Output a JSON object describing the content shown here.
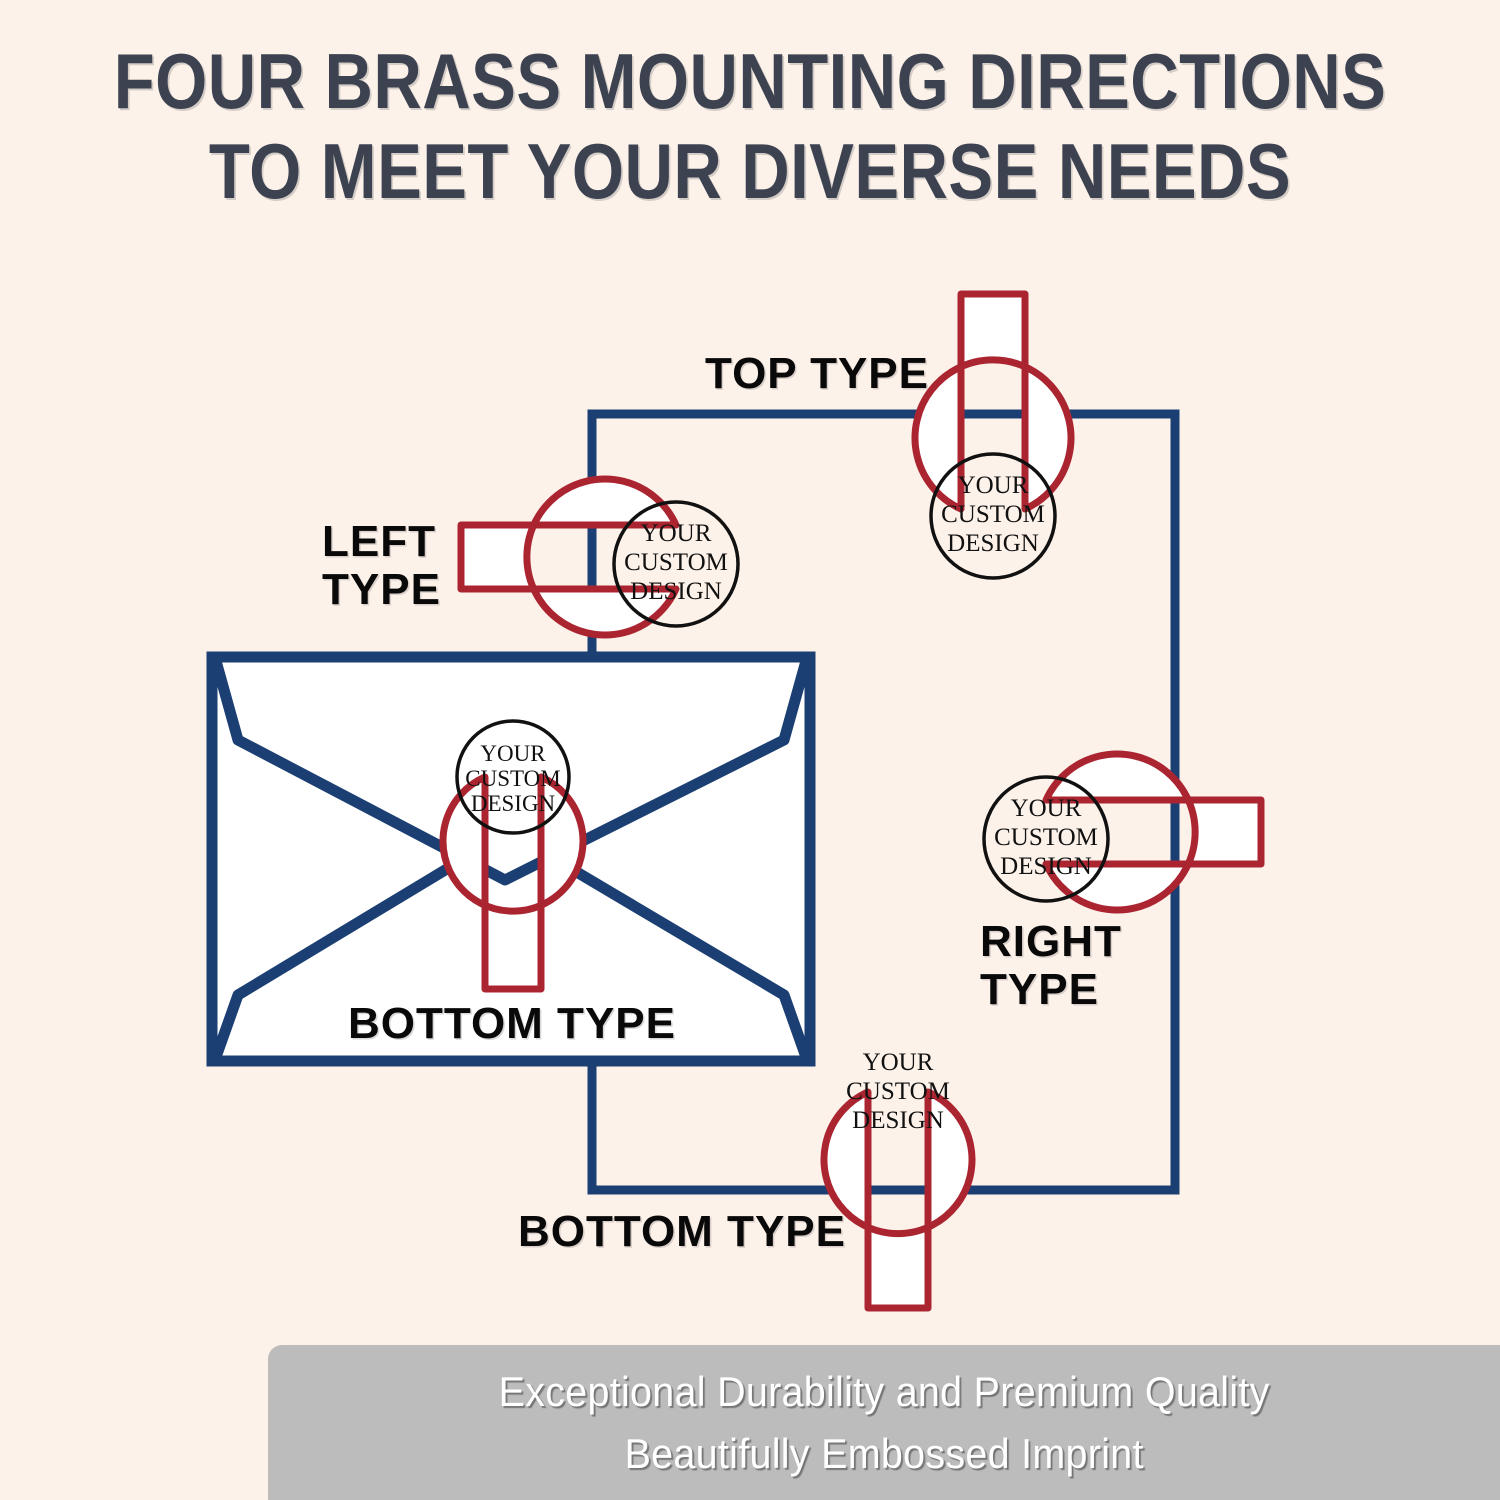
{
  "page": {
    "background_color": "#fdf2ea",
    "title_lines": [
      "FOUR BRASS MOUNTING DIRECTIONS",
      "TO MEET YOUR DIVERSE NEEDS"
    ],
    "title_color": "#3c4250"
  },
  "colors": {
    "navy": "#1b3f72",
    "crimson": "#ab2531",
    "label_black": "#090909",
    "banner_gray": "#bcbcbc",
    "banner_text": "#ffffff",
    "seal_fill": "#ffffff",
    "seal_inner_ring": "#111111"
  },
  "labels": {
    "top": "TOP TYPE",
    "left": "LEFT\nTYPE",
    "right": "RIGHT\nTYPE",
    "envelope_bottom": "BOTTOM TYPE",
    "bottom": "BOTTOM TYPE"
  },
  "seals": {
    "line1": "YOUR",
    "line2": "CUSTOM",
    "line3": "DESIGN",
    "count": 5,
    "items": [
      {
        "name": "top-seal",
        "orientation": "handle-up",
        "has_inner_ring": true
      },
      {
        "name": "left-seal",
        "orientation": "handle-left",
        "has_inner_ring": true
      },
      {
        "name": "right-seal",
        "orientation": "handle-right",
        "has_inner_ring": true
      },
      {
        "name": "envelope-seal",
        "orientation": "handle-down",
        "has_inner_ring": true
      },
      {
        "name": "bottom-seal",
        "orientation": "handle-down",
        "has_inner_ring": false
      }
    ]
  },
  "banner": {
    "line1": "Exceptional Durability and Premium Quality",
    "line2": "Beautifully Embossed Imprint"
  }
}
